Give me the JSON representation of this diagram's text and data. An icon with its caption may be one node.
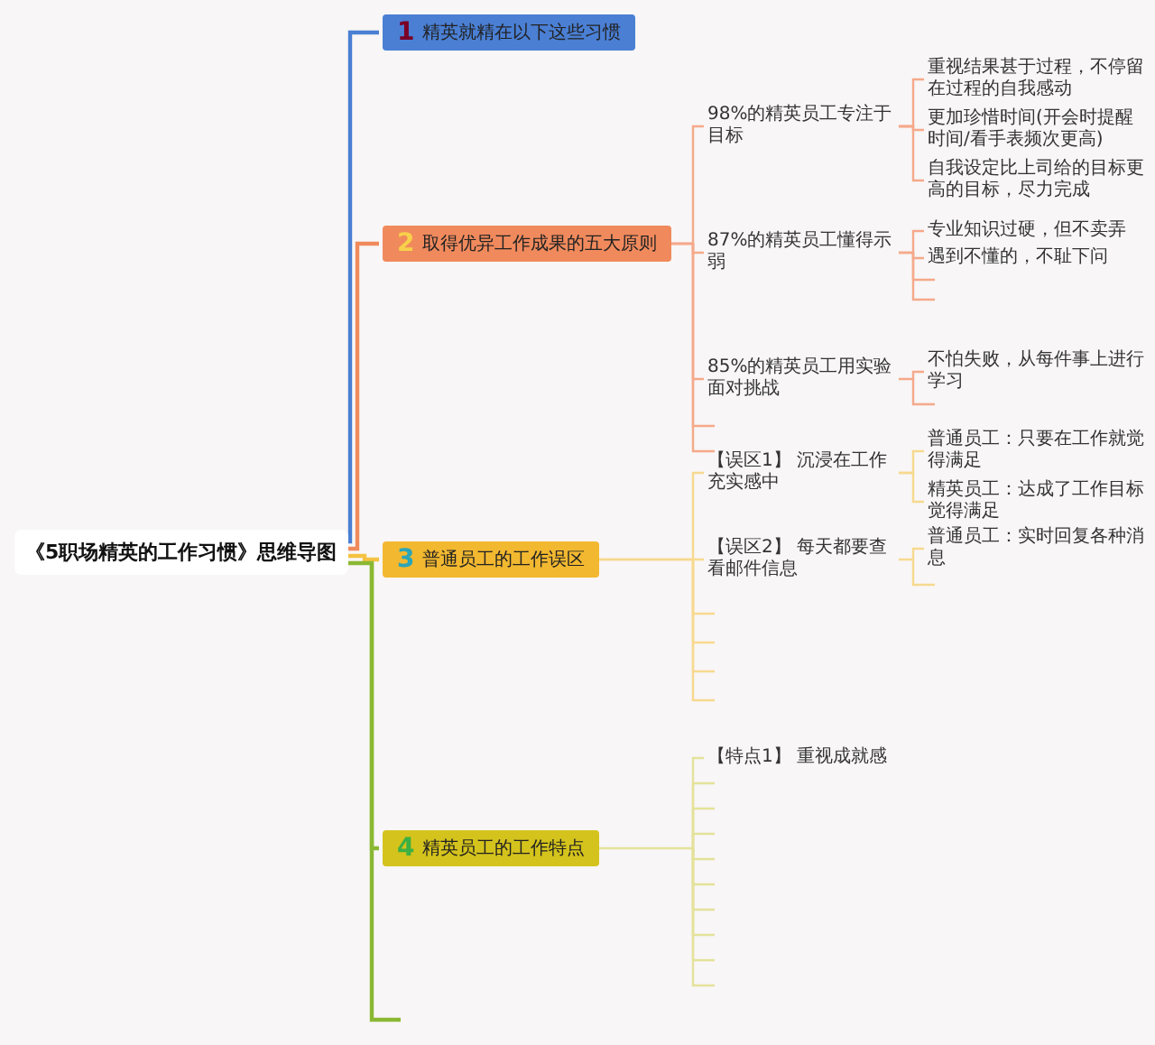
{
  "diagram": {
    "nodes": [
      {
        "text": [
          "《5职场精英的工作习惯》思维导图"
        ]
      },
      {
        "text": [
          "1",
          "精英就精在以下这些习惯"
        ]
      },
      {
        "text": [
          "2",
          "取得优异工作成果的五大原则"
        ]
      },
      {
        "text": [
          "3",
          "普通员工的工作误区"
        ]
      },
      {
        "text": [
          "4",
          "精英员工的工作特点"
        ]
      },
      {
        "text": [
          "98%的精英员工专注于目标"
        ]
      },
      {
        "text": [
          "重视结果甚于过程，不停留在过程的自我感动"
        ]
      },
      {
        "text": [
          "更加珍惜时间(开会时提醒时间/看手表频次更高)"
        ]
      },
      {
        "text": [
          "自我设定比上司给的目标更高的目标，尽力完成"
        ]
      },
      {
        "text": [
          "87%的精英员工懂得示弱"
        ]
      },
      {
        "text": [
          "专业知识过硬，但不卖弄"
        ]
      },
      {
        "text": [
          "遇到不懂的，不耻下问"
        ]
      },
      {
        "text": [
          "85%的精英员工用实验面对挑战"
        ]
      },
      {
        "text": [
          "不怕失败，从每件事上进行学习"
        ]
      },
      {
        "text": [
          "【误区1】 沉浸在工作充实感中"
        ]
      },
      {
        "text": [
          "普通员工：只要在工作就觉得满足"
        ]
      },
      {
        "text": [
          "精英员工：达成了工作目标觉得满足"
        ]
      },
      {
        "text": [
          "【误区2】 每天都要查看邮件信息"
        ]
      },
      {
        "text": [
          "普通员工：实时回复各种消息"
        ]
      },
      {
        "text": [
          "【特点1】 重视成就感"
        ]
      }
    ],
    "edges": [
      {
        "from": 0,
        "to": 1,
        "arrow": "none",
        "color": "#4a7fd4"
      },
      {
        "from": 0,
        "to": 2,
        "arrow": "none",
        "color": "#f08a5d"
      },
      {
        "from": 0,
        "to": 3,
        "arrow": "none",
        "color": "#f5c242"
      },
      {
        "from": 0,
        "to": 4,
        "arrow": "none",
        "color": "#8ab833"
      },
      {
        "from": 2,
        "to": 5,
        "arrow": "none",
        "color": "#f5a98a"
      },
      {
        "from": 5,
        "to": 6,
        "arrow": "none",
        "color": "#f5a98a"
      },
      {
        "from": 5,
        "to": 7,
        "arrow": "none",
        "color": "#f5a98a"
      },
      {
        "from": 5,
        "to": 8,
        "arrow": "none",
        "color": "#f5a98a"
      },
      {
        "from": 2,
        "to": 9,
        "arrow": "none",
        "color": "#f5a98a"
      },
      {
        "from": 9,
        "to": 10,
        "arrow": "none",
        "color": "#f5a98a"
      },
      {
        "from": 9,
        "to": 11,
        "arrow": "none",
        "color": "#f5a98a"
      },
      {
        "from": 2,
        "to": 12,
        "arrow": "none",
        "color": "#f5a98a"
      },
      {
        "from": 12,
        "to": 13,
        "arrow": "none",
        "color": "#f5a98a"
      },
      {
        "from": 3,
        "to": 14,
        "arrow": "none",
        "color": "#f7d98f"
      },
      {
        "from": 14,
        "to": 15,
        "arrow": "none",
        "color": "#f7d98f"
      },
      {
        "from": 14,
        "to": 16,
        "arrow": "none",
        "color": "#f7d98f"
      },
      {
        "from": 3,
        "to": 17,
        "arrow": "none",
        "color": "#f7d98f"
      },
      {
        "from": 17,
        "to": 18,
        "arrow": "none",
        "color": "#f7d98f"
      },
      {
        "from": 4,
        "to": 19,
        "arrow": "none",
        "color": "#e4e29a"
      }
    ]
  }
}
